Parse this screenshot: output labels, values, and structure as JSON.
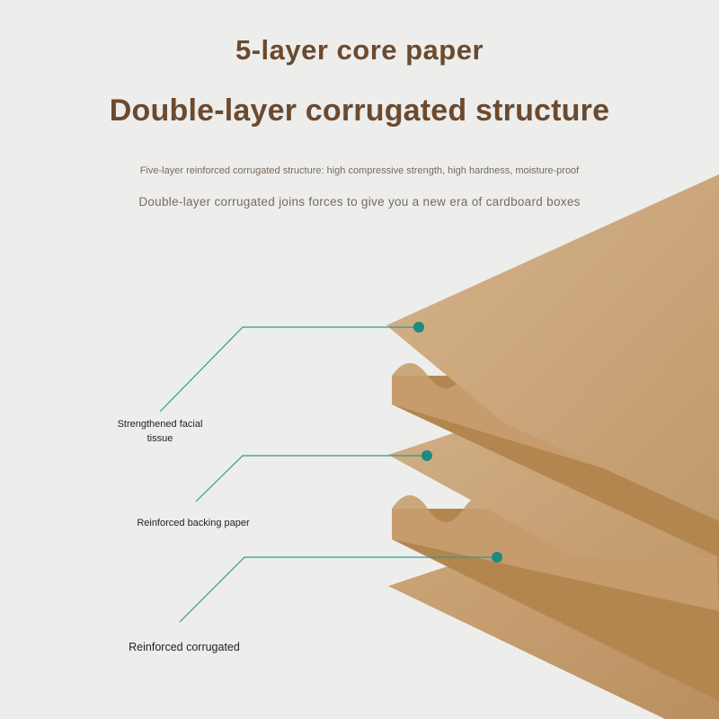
{
  "heading": {
    "line1": "5-layer core paper",
    "line2": "Double-layer corrugated structure"
  },
  "subheading": {
    "line1": "Five-layer reinforced corrugated structure: high compressive strength, high hardness, moisture-proof",
    "line2": "Double-layer corrugated joins forces to give you a new era of cardboard boxes"
  },
  "callouts": [
    {
      "label": "Strengthened facial tissue"
    },
    {
      "label": "Reinforced backing paper"
    },
    {
      "label": "Reinforced corrugated"
    }
  ],
  "colors": {
    "background": "#ededec",
    "heading": "#6b4a2e",
    "callout_line": "#2f9a8e",
    "kraft": "#c9a57a"
  }
}
